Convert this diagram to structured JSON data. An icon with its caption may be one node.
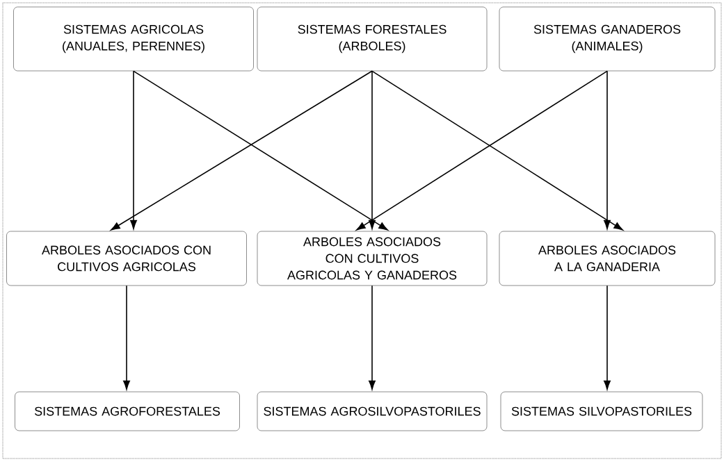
{
  "diagram": {
    "nodes": [
      {
        "text": [
          "SISTEMAS AGRICOLAS",
          "(ANUALES, PERENNES)"
        ]
      },
      {
        "text": [
          "SISTEMAS FORESTALES",
          "(ARBOLES)"
        ]
      },
      {
        "text": [
          "SISTEMAS GANADEROS",
          "(ANIMALES)"
        ]
      },
      {
        "text": [
          "ARBOLES ASOCIADOS CON CULTIVOS AGRICOLAS"
        ]
      },
      {
        "text": [
          "ARBOLES ASOCIADOS CON CULTIVOS AGRICOLAS Y GANADEROS"
        ]
      },
      {
        "text": [
          "ARBOLES ASOCIADOS A LA GANADERIA"
        ]
      },
      {
        "text": [
          "SISTEMAS AGROFORESTALES"
        ]
      },
      {
        "text": [
          "SISTEMAS AGROSILVOPASTORILES"
        ]
      },
      {
        "text": [
          "SISTEMAS SILVOPASTORILES"
        ]
      }
    ],
    "edges": [
      {
        "from": 0,
        "to": 3,
        "arrow": "to"
      },
      {
        "from": 0,
        "to": 4,
        "arrow": "to"
      },
      {
        "from": 1,
        "to": 3,
        "arrow": "to"
      },
      {
        "from": 1,
        "to": 4,
        "arrow": "to"
      },
      {
        "from": 1,
        "to": 5,
        "arrow": "to"
      },
      {
        "from": 2,
        "to": 4,
        "arrow": "to"
      },
      {
        "from": 2,
        "to": 5,
        "arrow": "to"
      },
      {
        "from": 3,
        "to": 6,
        "arrow": "to"
      },
      {
        "from": 4,
        "to": 7,
        "arrow": "to"
      },
      {
        "from": 5,
        "to": 8,
        "arrow": "to"
      }
    ]
  }
}
